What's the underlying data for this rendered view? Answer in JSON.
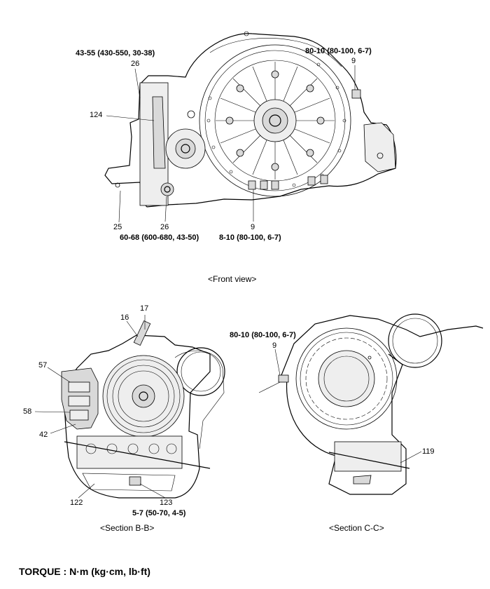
{
  "views": {
    "front": {
      "caption": "<Front view>",
      "labels": {
        "torque_top_left": "43-55 (430-550, 30-38)",
        "num_26_top": "26",
        "num_124": "124",
        "torque_top_right": "80-10 (80-100, 6-7)",
        "num_9_top": "9",
        "num_25": "25",
        "num_26_bottom": "26",
        "num_9_bottom": "9",
        "torque_bottom_left": "60-68 (600-680, 43-50)",
        "torque_bottom_right": "8-10 (80-100, 6-7)"
      }
    },
    "section_bb": {
      "caption": "<Section B-B>",
      "labels": {
        "num_17": "17",
        "num_16": "16",
        "num_57": "57",
        "num_58": "58",
        "num_42": "42",
        "num_122": "122",
        "num_123": "123",
        "torque_bottom": "5-7 (50-70, 4-5)"
      }
    },
    "section_cc": {
      "caption": "<Section C-C>",
      "labels": {
        "torque_top": "80-10 (80-100, 6-7)",
        "num_9": "9",
        "num_119": "119"
      }
    }
  },
  "legend": {
    "torque_units": "TORQUE : N·m (kg·cm, lb·ft)"
  }
}
